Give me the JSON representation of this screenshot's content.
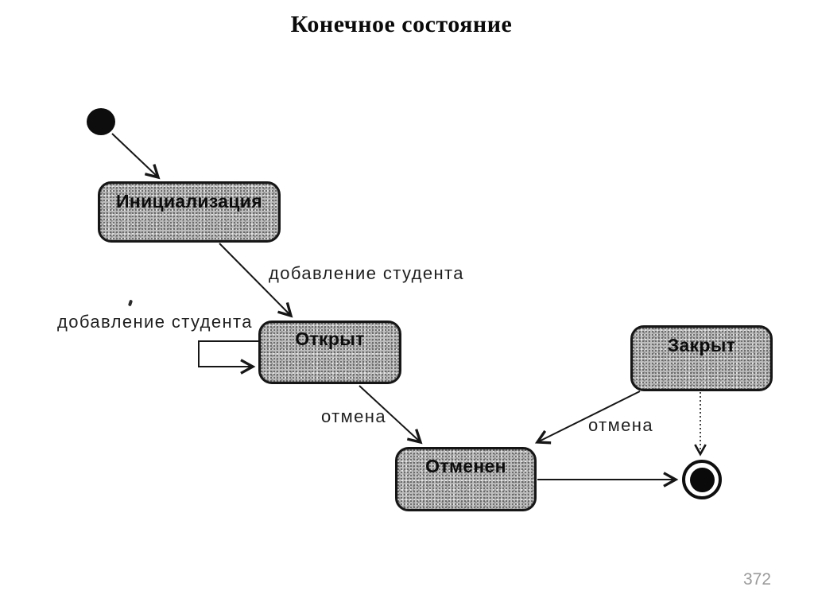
{
  "slide": {
    "title": "Конечное состояние",
    "page_number": "372"
  },
  "diagram": {
    "type": "uml-state-diagram",
    "states": [
      {
        "id": "initialization",
        "label": "Инициализация"
      },
      {
        "id": "open",
        "label": "Открыт"
      },
      {
        "id": "cancelled",
        "label": "Отменен"
      },
      {
        "id": "closed",
        "label": "Закрыт"
      }
    ],
    "markers": [
      {
        "id": "initial",
        "kind": "initial-state-filled-circle"
      },
      {
        "id": "final",
        "kind": "final-state-double-circle"
      }
    ],
    "transitions": [
      {
        "from": "initial",
        "to": "initialization",
        "label": ""
      },
      {
        "from": "initialization",
        "to": "open",
        "label": "добавление студента"
      },
      {
        "from": "open",
        "to": "open",
        "label": "добавление студента"
      },
      {
        "from": "open",
        "to": "cancelled",
        "label": "отмена"
      },
      {
        "from": "closed",
        "to": "cancelled",
        "label": "отмена"
      },
      {
        "from": "closed",
        "to": "final",
        "label": ""
      },
      {
        "from": "cancelled",
        "to": "final",
        "label": ""
      }
    ],
    "colors": {
      "state_fill": "#bdbdbd",
      "state_border": "#161616",
      "arrow": "#161616",
      "label_text": "#1f1f1f",
      "page_number": "#9a9a9a"
    }
  }
}
